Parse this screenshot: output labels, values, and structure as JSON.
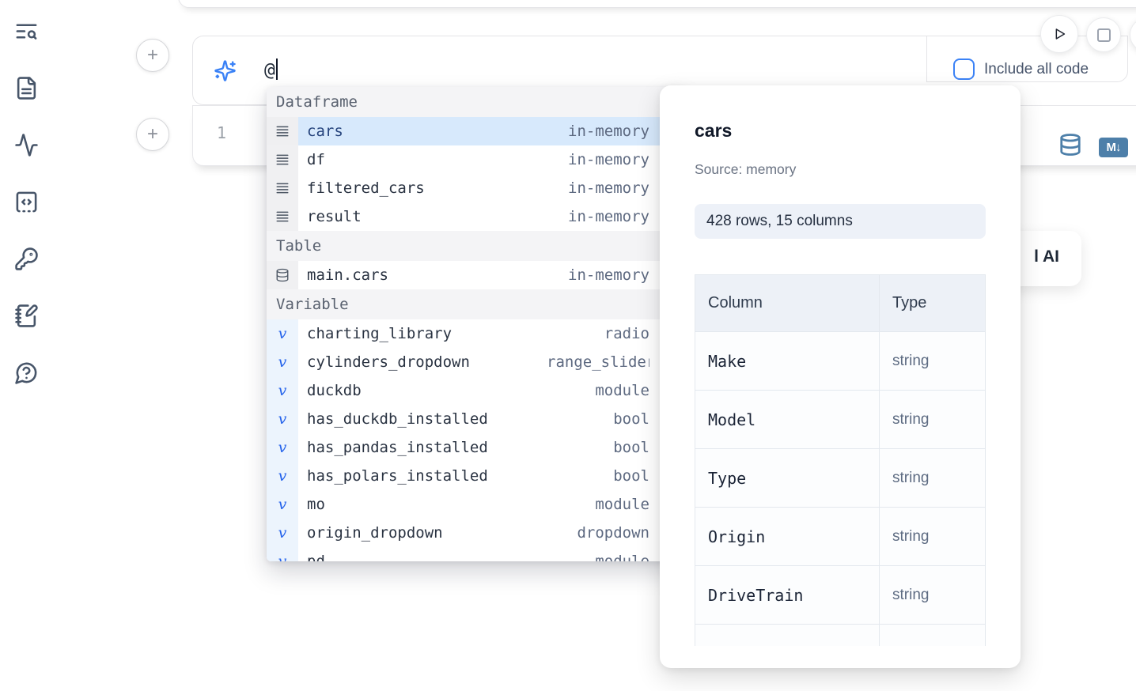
{
  "accent_colors": {
    "primary_blue": "#3b82f6",
    "steel_blue": "#4d7fa9",
    "selection_bg": "#d7e9fc"
  },
  "glyphs": {
    "add_cell": "+",
    "markdown_badge": "M↓",
    "variable_glyph": "v"
  },
  "ai_panel": {
    "prompt_value": "@",
    "include_label": "Include all code"
  },
  "cell": {
    "line_number": "1",
    "ai_button_label": "l AI"
  },
  "autocomplete": {
    "sections": [
      {
        "label": "Dataframe",
        "items": [
          {
            "name": "cars",
            "type": "in-memory",
            "selected": true
          },
          {
            "name": "df",
            "type": "in-memory"
          },
          {
            "name": "filtered_cars",
            "type": "in-memory"
          },
          {
            "name": "result",
            "type": "in-memory"
          }
        ]
      },
      {
        "label": "Table",
        "items": [
          {
            "name": "main.cars",
            "type": "in-memory"
          }
        ]
      },
      {
        "label": "Variable",
        "items": [
          {
            "name": "charting_library",
            "type": "radio"
          },
          {
            "name": "cylinders_dropdown",
            "type": "range_slider"
          },
          {
            "name": "duckdb",
            "type": "module"
          },
          {
            "name": "has_duckdb_installed",
            "type": "bool"
          },
          {
            "name": "has_pandas_installed",
            "type": "bool"
          },
          {
            "name": "has_polars_installed",
            "type": "bool"
          },
          {
            "name": "mo",
            "type": "module"
          },
          {
            "name": "origin_dropdown",
            "type": "dropdown"
          },
          {
            "name": "pd",
            "type": "module"
          }
        ]
      }
    ]
  },
  "preview": {
    "title": "cars",
    "source": "Source: memory",
    "shape": "428 rows, 15 columns",
    "table": {
      "col_header": "Column",
      "type_header": "Type",
      "rows": [
        {
          "column": "Make",
          "type": "string"
        },
        {
          "column": "Model",
          "type": "string"
        },
        {
          "column": "Type",
          "type": "string"
        },
        {
          "column": "Origin",
          "type": "string"
        },
        {
          "column": "DriveTrain",
          "type": "string"
        }
      ]
    }
  }
}
